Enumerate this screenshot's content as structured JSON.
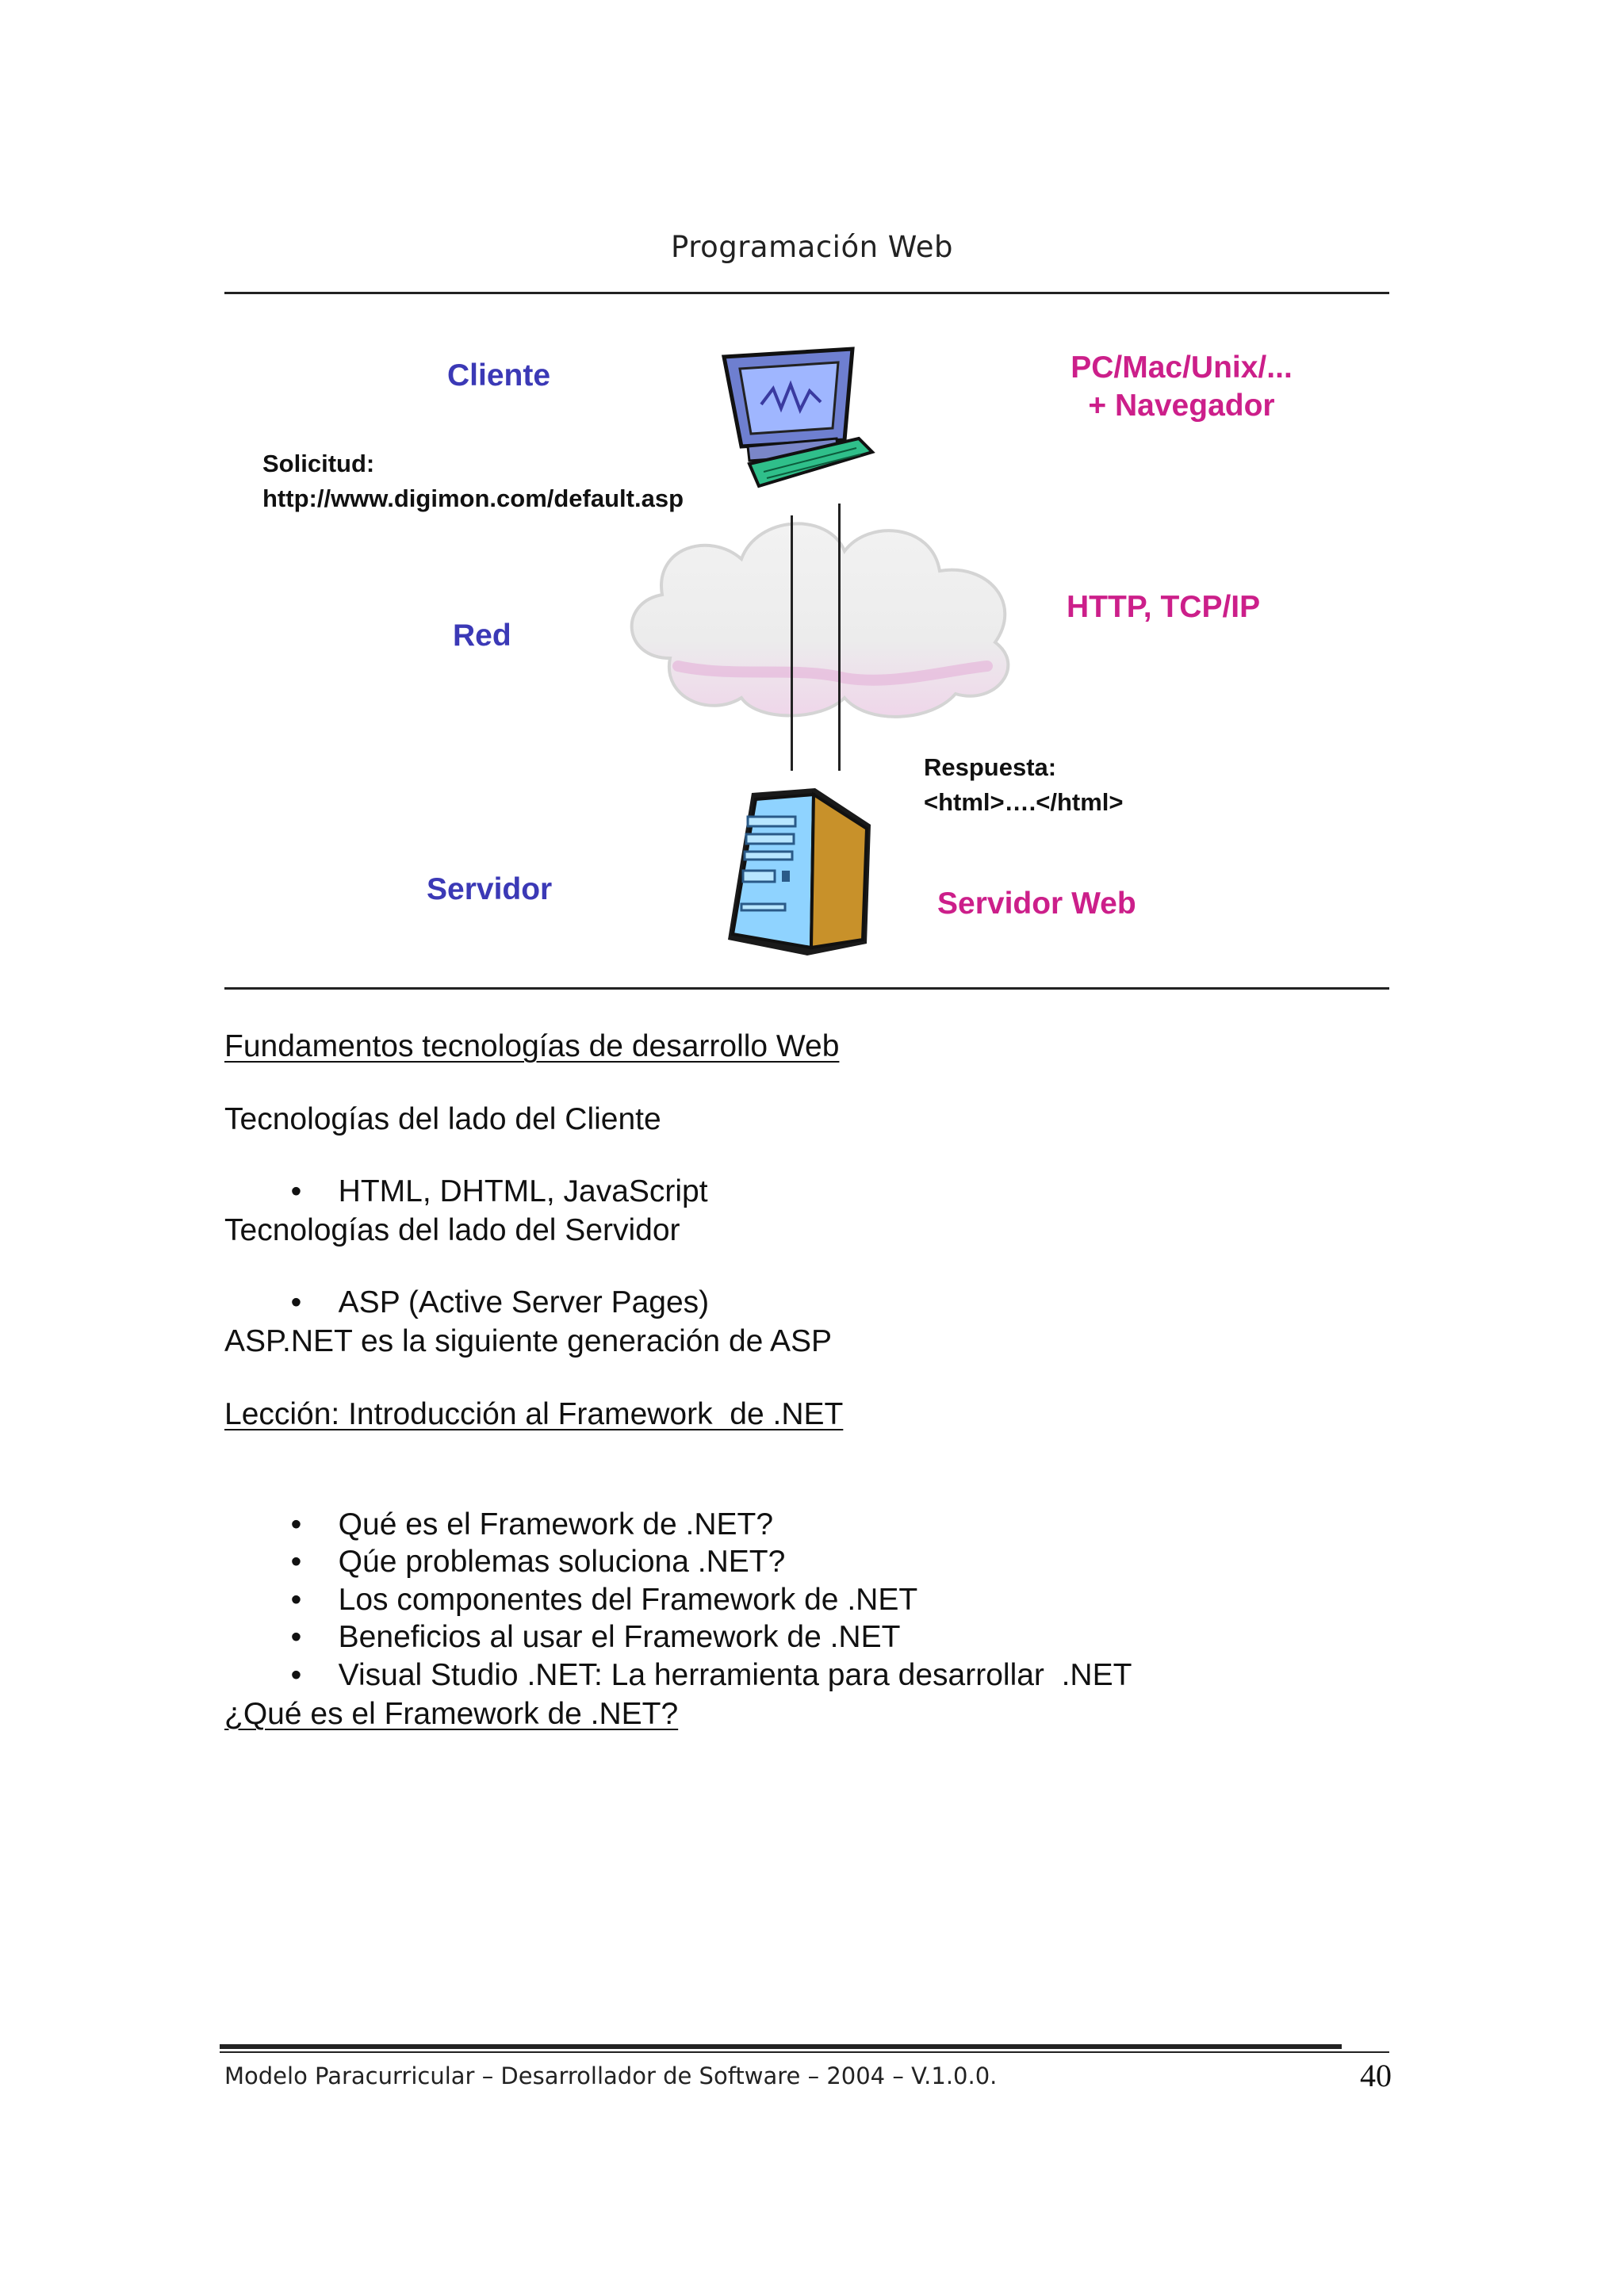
{
  "header": {
    "title": "Programación Web"
  },
  "diagram": {
    "cliente_label": "Cliente",
    "client_desc_line1": "PC/Mac/Unix/...",
    "client_desc_line2": "+ Navegador",
    "request_line1": "Solicitud:",
    "request_line2": "http://www.digimon.com/default.asp",
    "red_label": "Red",
    "protocols": "HTTP, TCP/IP",
    "response_line1": "Respuesta:",
    "response_line2": "<html>….</html>",
    "servidor_label": "Servidor",
    "server_desc": "Servidor Web",
    "icons": [
      "computer-icon",
      "cloud-icon",
      "server-tower-icon"
    ],
    "colors": {
      "blue": "#3b39b6",
      "magenta": "#cc1f8a"
    }
  },
  "body": {
    "section1_title": "Fundamentos tecnologías de desarrollo Web",
    "client_tech_heading": "Tecnologías del lado del Cliente",
    "client_tech_items": [
      "HTML, DHTML, JavaScript"
    ],
    "server_tech_heading": "Tecnologías del lado del Servidor",
    "server_tech_items": [
      "ASP (Active Server Pages)"
    ],
    "aspnet_statement": "ASP.NET es la siguiente generación de ASP",
    "lesson_title": "Lección: Introducción al Framework  de .NET",
    "lesson_items": [
      "Qué es el Framework de .NET?",
      "Qúe problemas soluciona .NET?",
      "Los componentes del Framework de .NET",
      "Beneficios al usar el Framework de .NET",
      "Visual Studio .NET: La herramienta para desarrollar  .NET"
    ],
    "next_heading": "¿Qué es el Framework de .NET?"
  },
  "footer": {
    "text": "Modelo Paracurricular – Desarrollador de Software – 2004 – V.1.0.0.",
    "page_number": "40"
  }
}
